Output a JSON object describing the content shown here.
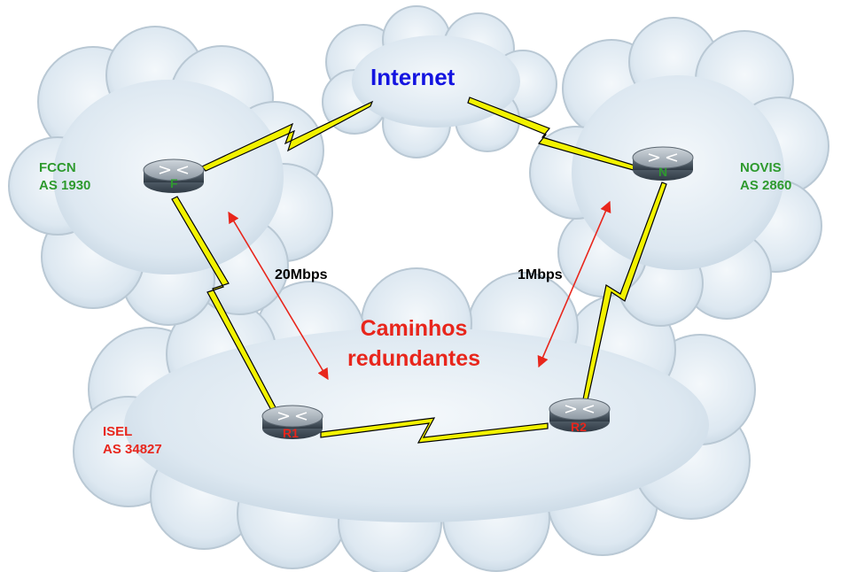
{
  "clouds": {
    "internet": {
      "label": "Internet"
    },
    "fccn": {
      "name": "FCCN",
      "as": "AS 1930"
    },
    "novis": {
      "name": "NOVIS",
      "as": "AS 2860"
    },
    "isel": {
      "name": "ISEL",
      "as": "AS 34827"
    }
  },
  "routers": {
    "f": {
      "label": "F",
      "color": "#2e9a2e"
    },
    "n": {
      "label": "N",
      "color": "#2e9a2e"
    },
    "r1": {
      "label": "R1",
      "color": "#e8261c"
    },
    "r2": {
      "label": "R2",
      "color": "#e8261c"
    }
  },
  "links": {
    "speed_fccn": "20Mbps",
    "speed_novis": "1Mbps"
  },
  "redundant_paths": {
    "line1": "Caminhos",
    "line2": "redundantes"
  },
  "colors": {
    "link_zigzag": "#f2f200",
    "arrow": "#e8261c",
    "cloud_fill": "#e3edf5",
    "cloud_stroke": "#b9c8d4"
  }
}
